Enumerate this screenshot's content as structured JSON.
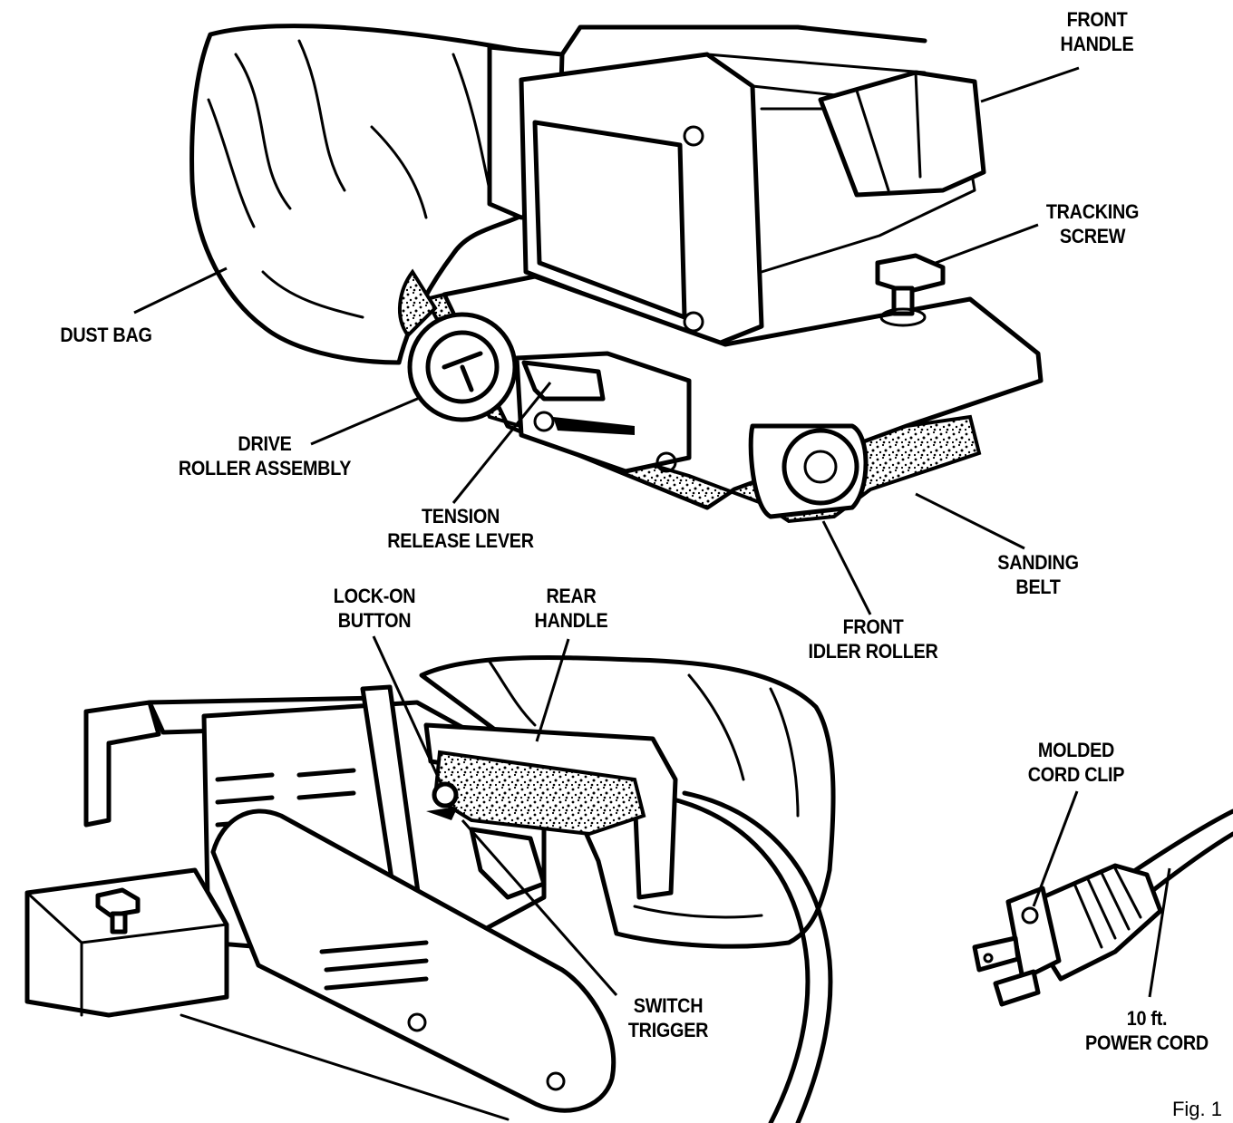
{
  "labels": {
    "front_handle": [
      "FRONT",
      "HANDLE"
    ],
    "tracking_screw": [
      "TRACKING",
      "SCREW"
    ],
    "dust_bag": [
      "DUST BAG"
    ],
    "drive_roller_assembly": [
      "DRIVE",
      "ROLLER ASSEMBLY"
    ],
    "tension_release_lever": [
      "TENSION",
      "RELEASE LEVER"
    ],
    "sanding_belt": [
      "SANDING",
      "BELT"
    ],
    "front_idler_roller": [
      "FRONT",
      "IDLER ROLLER"
    ],
    "lock_on_button": [
      "LOCK-ON",
      "BUTTON"
    ],
    "rear_handle": [
      "REAR",
      "HANDLE"
    ],
    "molded_cord_clip": [
      "MOLDED",
      "CORD CLIP"
    ],
    "switch_trigger": [
      "SWITCH",
      "TRIGGER"
    ],
    "power_cord": [
      "10 ft.",
      "POWER CORD"
    ]
  },
  "figure_label": "Fig. 1"
}
